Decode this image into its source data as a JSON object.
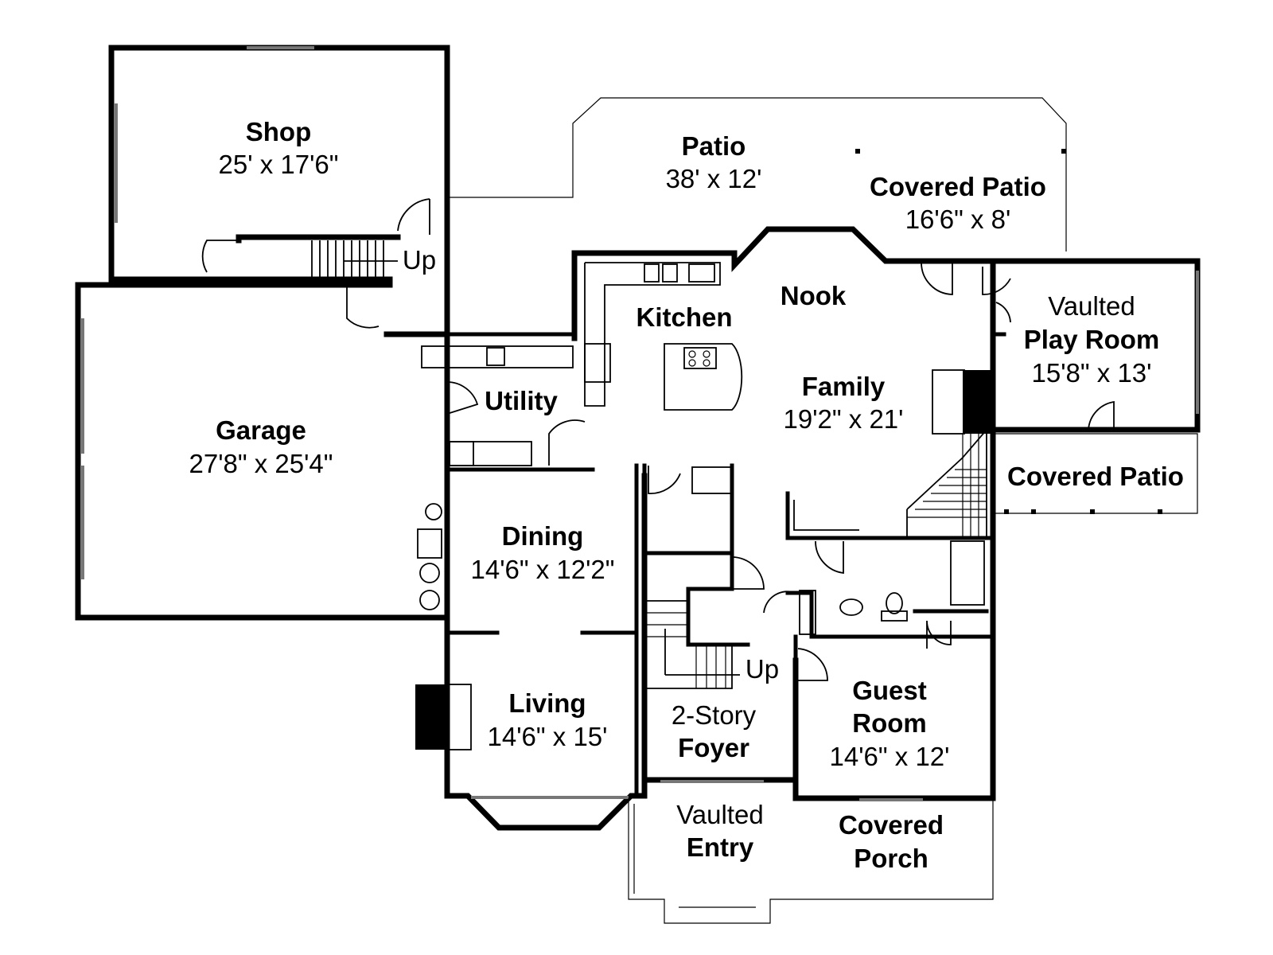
{
  "rooms": {
    "shop": {
      "name": "Shop",
      "size": "25' x 17'6\""
    },
    "patio": {
      "name": "Patio",
      "size": "38' x 12'"
    },
    "covered_patio": {
      "name": "Covered Patio",
      "size": "16'6\" x 8'"
    },
    "nook": {
      "name": "Nook"
    },
    "kitchen": {
      "name": "Kitchen"
    },
    "play_room": {
      "qualifier": "Vaulted",
      "name": "Play Room",
      "size": "15'8\" x 13'"
    },
    "family": {
      "name": "Family",
      "size": "19'2\" x 21'"
    },
    "utility": {
      "name": "Utility"
    },
    "garage": {
      "name": "Garage",
      "size": "27'8\" x 25'4\""
    },
    "covered_patio_2": {
      "name": "Covered Patio"
    },
    "dining": {
      "name": "Dining",
      "size": "14'6\" x 12'2\""
    },
    "living": {
      "name": "Living",
      "size": "14'6\" x 15'"
    },
    "foyer": {
      "line1": "2-Story",
      "line2": "Foyer"
    },
    "guest_room": {
      "line1": "Guest",
      "line2": "Room",
      "size": "14'6\" x 12'"
    },
    "entry": {
      "qualifier": "Vaulted",
      "name": "Entry"
    },
    "covered_porch": {
      "line1": "Covered",
      "line2": "Porch"
    }
  },
  "stairs": {
    "up_label_1": "Up",
    "up_label_2": "Up"
  }
}
